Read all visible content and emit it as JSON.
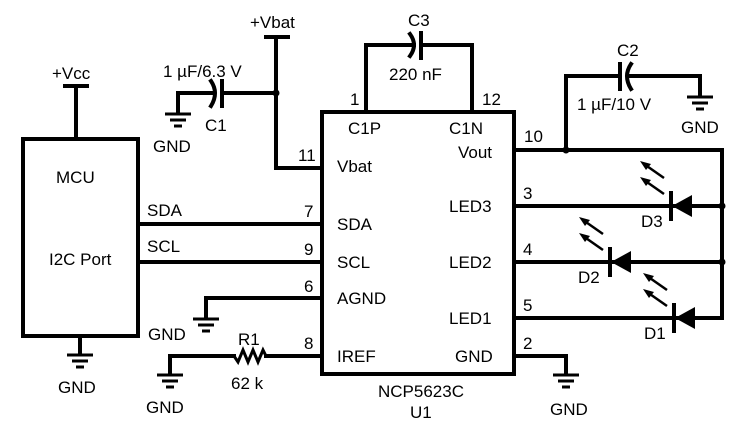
{
  "power": {
    "vcc": "+Vcc",
    "vbat": "+Vbat"
  },
  "mcu": {
    "title": "MCU",
    "port": "I2C Port",
    "sda": "SDA",
    "scl": "SCL",
    "gnd": "GND"
  },
  "ic": {
    "part": "NCP5623C",
    "ref": "U1",
    "pins": {
      "c1p": {
        "num": "1",
        "name": "C1P"
      },
      "c1n": {
        "num": "12",
        "name": "C1N"
      },
      "vbat": {
        "num": "11",
        "name": "Vbat"
      },
      "vout": {
        "num": "10",
        "name": "Vout"
      },
      "sda": {
        "num": "7",
        "name": "SDA"
      },
      "scl": {
        "num": "9",
        "name": "SCL"
      },
      "agnd": {
        "num": "6",
        "name": "AGND"
      },
      "iref": {
        "num": "8",
        "name": "IREF"
      },
      "led3": {
        "num": "3",
        "name": "LED3"
      },
      "led2": {
        "num": "4",
        "name": "LED2"
      },
      "led1": {
        "num": "5",
        "name": "LED1"
      },
      "gnd": {
        "num": "2",
        "name": "GND"
      }
    }
  },
  "components": {
    "c1": {
      "ref": "C1",
      "value": "1 µF/6.3 V"
    },
    "c2": {
      "ref": "C2",
      "value": "1 µF/10 V"
    },
    "c3": {
      "ref": "C3",
      "value": "220 nF"
    },
    "r1": {
      "ref": "R1",
      "value": "62 k"
    },
    "d1": {
      "ref": "D1"
    },
    "d2": {
      "ref": "D2"
    },
    "d3": {
      "ref": "D3"
    }
  },
  "gnd_label": "GND"
}
